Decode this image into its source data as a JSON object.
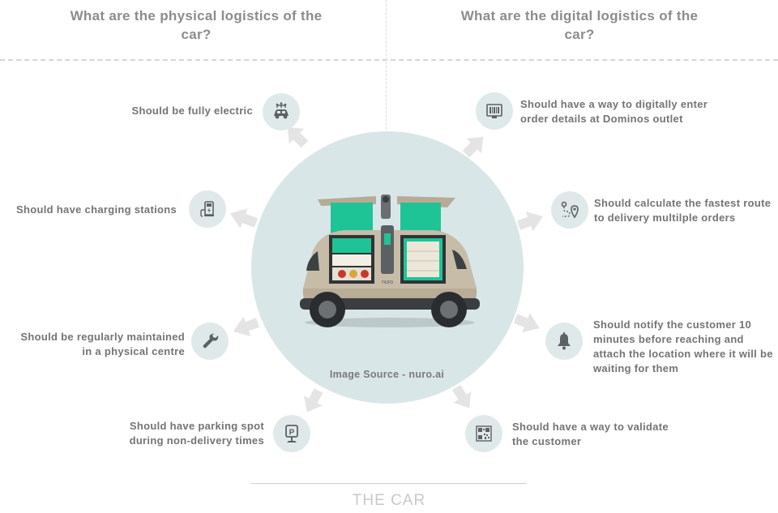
{
  "headings": {
    "physical": "What are the physical logistics of the car?",
    "digital": "What are the digital logistics of the car?"
  },
  "physical_items": [
    {
      "label": "Should be fully electric",
      "icon": "electric-car-icon"
    },
    {
      "label": "Should have charging stations",
      "icon": "charging-station-icon"
    },
    {
      "label": "Should be regularly maintained in a physical centre",
      "icon": "wrench-icon"
    },
    {
      "label": "Should have parking spot during non-delivery times",
      "icon": "parking-icon"
    }
  ],
  "digital_items": [
    {
      "label": "Should have a way to digitally enter order details at Dominos outlet",
      "icon": "order-terminal-icon"
    },
    {
      "label": "Should calculate the fastest route to delivery multilple orders",
      "icon": "route-icon"
    },
    {
      "label": "Should notify the customer 10 minutes before reaching and attach the location where it will be waiting for them",
      "icon": "bell-icon"
    },
    {
      "label": "Should have a way to validate the customer",
      "icon": "qr-code-icon"
    }
  ],
  "center": {
    "image_source": "Image Source - nuro.ai",
    "car_logo": "nuro"
  },
  "footer": "THE CAR",
  "colors": {
    "circle_fill": "#d9e6e8",
    "icon_fill": "#dfe9ea",
    "arrow": "#e3e3e3",
    "green_interior": "#1fc496",
    "car_body": "#b9ad98"
  }
}
